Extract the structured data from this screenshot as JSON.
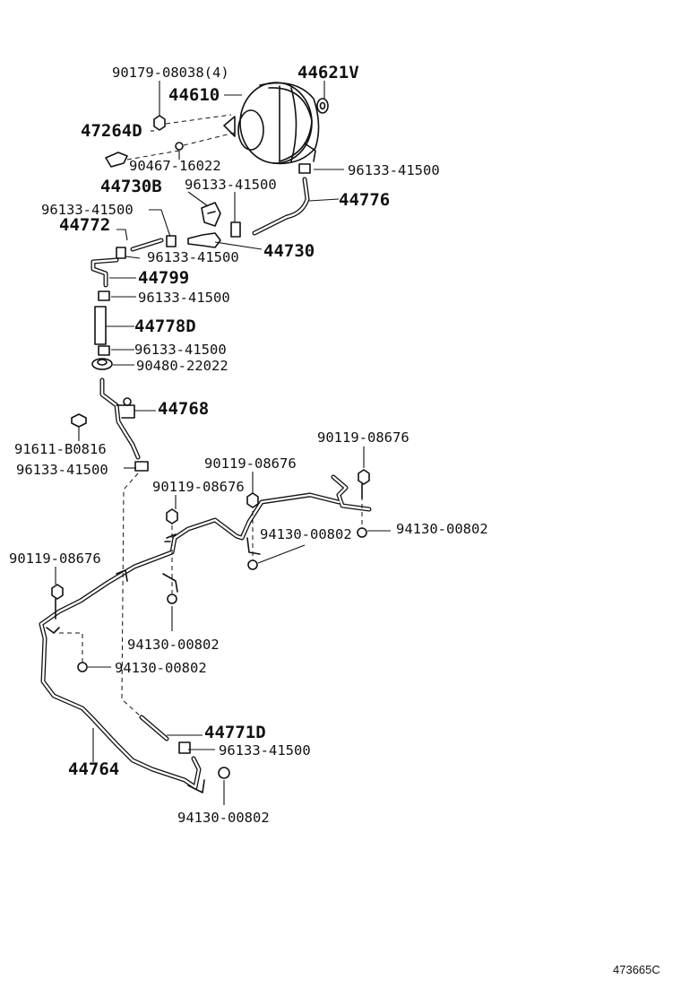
{
  "labels": {
    "l1": "90179-08038(4)",
    "l2": "44621V",
    "l3": "44610",
    "l4": "47264D",
    "l5": "90467-16022",
    "l6": "96133-41500",
    "l7": "44730B",
    "l8": "96133-41500",
    "l9": "44776",
    "l10": "96133-41500",
    "l11": "44772",
    "l12": "44730",
    "l13": "96133-41500",
    "l14": "44799",
    "l15": "96133-41500",
    "l16": "44778D",
    "l17": "96133-41500",
    "l18": "90480-22022",
    "l19": "44768",
    "l20": "91611-B0816",
    "l21": "96133-41500",
    "l22": "90119-08676",
    "l23": "90119-08676",
    "l24": "90119-08676",
    "l25": "94130-00802",
    "l26": "94130-00802",
    "l27": "90119-08676",
    "l28": "94130-00802",
    "l29": "94130-00802",
    "l30": "44771D",
    "l31": "96133-41500",
    "l32": "44764",
    "l33": "94130-00802"
  },
  "reference": "473665C"
}
